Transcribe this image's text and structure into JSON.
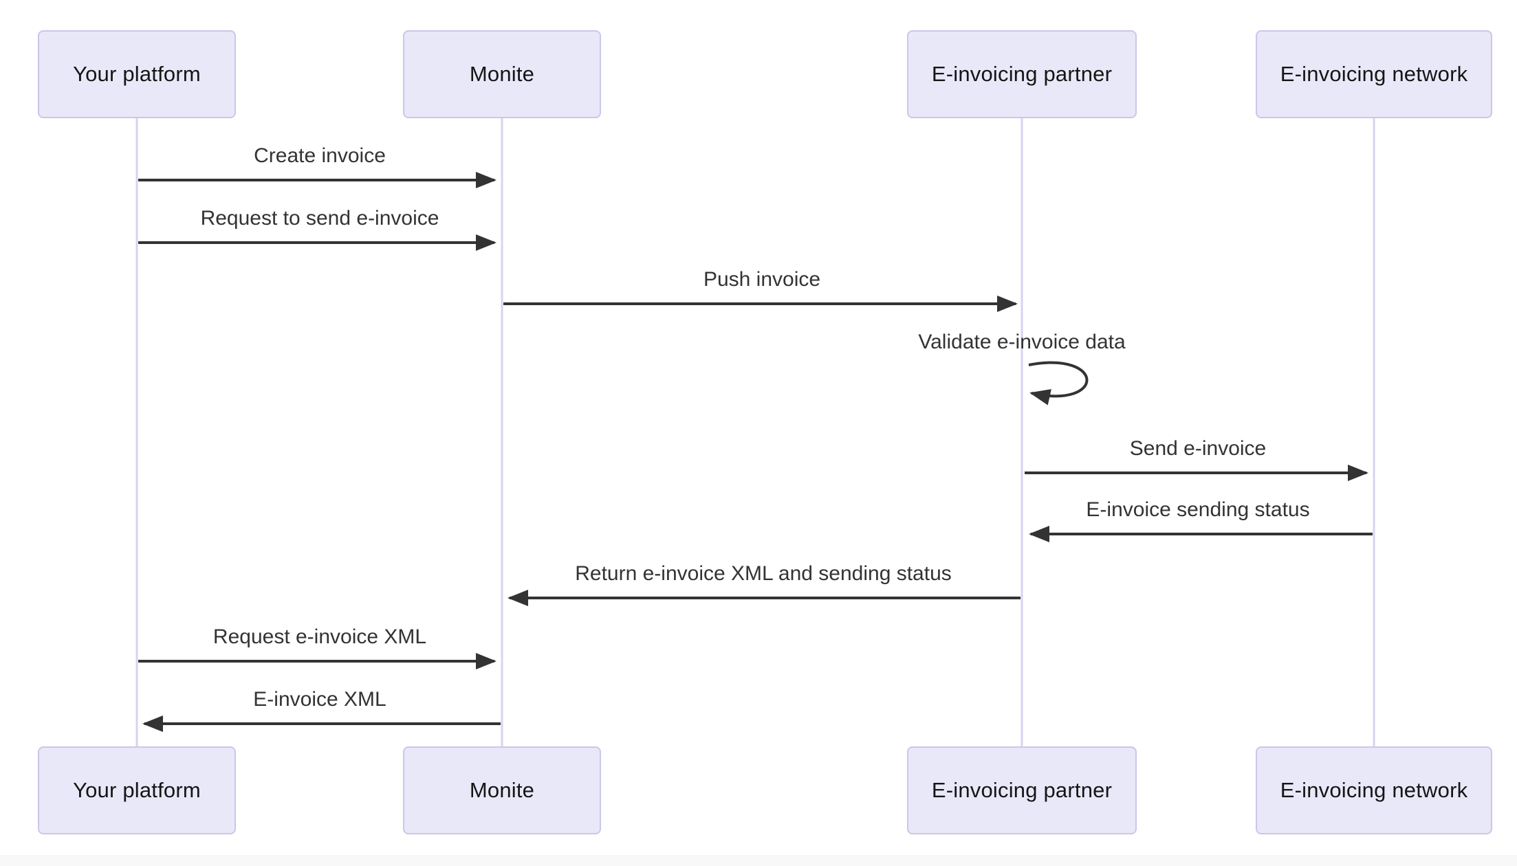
{
  "diagram_type": "sequence-diagram",
  "colors": {
    "background": "#ffffff",
    "actor_fill": "#e9e8f8",
    "actor_border": "#ccc6e8",
    "actor_text": "#151515",
    "lifeline": "#d8d2f0",
    "arrow": "#333333",
    "message_text": "#333333",
    "footer_strip": "#f8f8f8"
  },
  "actors": [
    {
      "label": "Your platform"
    },
    {
      "label": "Monite"
    },
    {
      "label": "E-invoicing partner"
    },
    {
      "label": "E-invoicing network"
    }
  ],
  "messages": [
    {
      "text": "Create invoice",
      "from": "Your platform",
      "to": "Monite",
      "kind": "solid-arrow-right"
    },
    {
      "text": "Request to send e-invoice",
      "from": "Your platform",
      "to": "Monite",
      "kind": "solid-arrow-right"
    },
    {
      "text": "Push invoice",
      "from": "Monite",
      "to": "E-invoicing partner",
      "kind": "solid-arrow-right"
    },
    {
      "text": "Validate e-invoice data",
      "from": "E-invoicing partner",
      "to": "E-invoicing partner",
      "kind": "self-loop"
    },
    {
      "text": "Send e-invoice",
      "from": "E-invoicing partner",
      "to": "E-invoicing network",
      "kind": "solid-arrow-right"
    },
    {
      "text": "E-invoice sending status",
      "from": "E-invoicing network",
      "to": "E-invoicing partner",
      "kind": "solid-arrow-left"
    },
    {
      "text": "Return e-invoice XML and sending status",
      "from": "E-invoicing partner",
      "to": "Monite",
      "kind": "solid-arrow-left"
    },
    {
      "text": "Request e-invoice XML",
      "from": "Your platform",
      "to": "Monite",
      "kind": "solid-arrow-right"
    },
    {
      "text": "E-invoice XML",
      "from": "Monite",
      "to": "Your platform",
      "kind": "solid-arrow-left"
    }
  ]
}
